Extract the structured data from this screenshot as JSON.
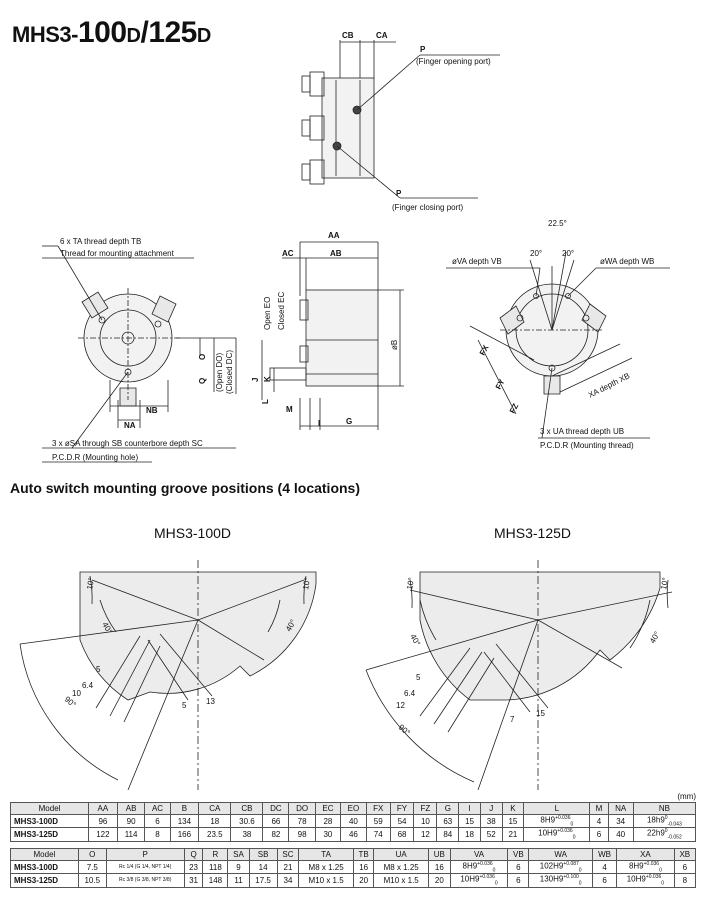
{
  "title": {
    "prefix": "MHS3-",
    "size_a": "100",
    "suffix_a": "D",
    "slash": "/",
    "size_b": "125",
    "suffix_b": "D"
  },
  "section_title": "Auto switch mounting groove positions (4 locations)",
  "units": "(mm)",
  "labels": {
    "p_top": "P",
    "p_top_desc": "(Finger opening port)",
    "p_bot": "P",
    "p_bot_desc": "(Finger closing port)",
    "cb": "CB",
    "ca": "CA",
    "ta_line": "6 x TA thread depth TB",
    "ta_desc": "Thread for mounting attachment",
    "sa_line": "3 x øSA through  SB counterbore depth SC",
    "pcd_r_hole": "P.C.D.R (Mounting hole)",
    "aa": "AA",
    "ac": "AC",
    "ab": "AB",
    "open_eo": "Open EO",
    "closed_ec": "Closed EC",
    "open_do": "(Open DO)",
    "closed_dc": "(Closed DC)",
    "o": "O",
    "q": "Q",
    "j": "J",
    "k": "K",
    "l": "L",
    "m": "M",
    "i": "I",
    "g": "G",
    "b": "øB",
    "nb": "NB",
    "na": "NA",
    "angle_225": "22.5°",
    "angle_20a": "20°",
    "angle_20b": "20°",
    "va": "øVA depth VB",
    "wa": "øWA depth WB",
    "fx": "FX",
    "fy": "FY",
    "fz": "FZ",
    "xa": "XA depth XB",
    "ua_line": "3 x UA thread depth UB",
    "pcd_r_thread": "P.C.D.R (Mounting thread)",
    "mhs3_100d": "MHS3-100D",
    "mhs3_125d": "MHS3-125D",
    "a10": "10°",
    "a40": "40°",
    "a90": "90°",
    "d5": "5",
    "d64": "6.4",
    "d10": "10",
    "d13": "13",
    "d7": "7",
    "d12": "12",
    "d15": "15"
  },
  "table1": {
    "headers": [
      "Model",
      "AA",
      "AB",
      "AC",
      "B",
      "CA",
      "CB",
      "DC",
      "DO",
      "EC",
      "EO",
      "FX",
      "FY",
      "FZ",
      "G",
      "I",
      "J",
      "K",
      "L",
      "M",
      "NA",
      "NB"
    ],
    "rows": [
      {
        "model": "MHS3-100D",
        "cells": [
          "96",
          "90",
          "6",
          "134",
          "18",
          "30.6",
          "66",
          "78",
          "28",
          "40",
          "59",
          "54",
          "10",
          "63",
          "15",
          "38",
          "15"
        ],
        "l_main": "8H9",
        "l_sup": "+0.036",
        "l_sub": "0",
        "m": "4",
        "na": "34",
        "nb_main": "18h9",
        "nb_sup": "0",
        "nb_sub": "-0.043"
      },
      {
        "model": "MHS3-125D",
        "cells": [
          "122",
          "114",
          "8",
          "166",
          "23.5",
          "38",
          "82",
          "98",
          "30",
          "46",
          "74",
          "68",
          "12",
          "84",
          "18",
          "52",
          "21"
        ],
        "l_main": "10H9",
        "l_sup": "+0.036",
        "l_sub": "0",
        "m": "6",
        "na": "40",
        "nb_main": "22h9",
        "nb_sup": "0",
        "nb_sub": "-0.052"
      }
    ]
  },
  "table2": {
    "headers": [
      "Model",
      "O",
      "P",
      "Q",
      "R",
      "SA",
      "SB",
      "SC",
      "TA",
      "TB",
      "UA",
      "UB",
      "VA",
      "VB",
      "WA",
      "WB",
      "XA",
      "XB"
    ],
    "rows": [
      {
        "model": "MHS3-100D",
        "o": "7.5",
        "p": "Rc 1/4 (G 1/4, NPT 1/4)",
        "q": "23",
        "r": "118",
        "sa": "9",
        "sb": "14",
        "sc": "21",
        "ta": "M8 x 1.25",
        "tb": "16",
        "ua": "M8 x 1.25",
        "ub": "16",
        "va_main": "8H9",
        "va_sup": "+0.036",
        "va_sub": "0",
        "vb": "6",
        "wa_main": "102H9",
        "wa_sup": "+0.087",
        "wa_sub": "0",
        "wb": "4",
        "xa_main": "8H9",
        "xa_sup": "+0.036",
        "xa_sub": "0",
        "xb": "6"
      },
      {
        "model": "MHS3-125D",
        "o": "10.5",
        "p": "Rc 3/8 (G 3/8, NPT 3/8)",
        "q": "31",
        "r": "148",
        "sa": "11",
        "sb": "17.5",
        "sc": "34",
        "ta": "M10 x 1.5",
        "tb": "20",
        "ua": "M10 x 1.5",
        "ub": "20",
        "va_main": "10H9",
        "va_sup": "+0.036",
        "va_sub": "0",
        "vb": "6",
        "wa_main": "130H9",
        "wa_sup": "+0.100",
        "wa_sub": "0",
        "wb": "6",
        "xa_main": "10H9",
        "xa_sup": "+0.036",
        "xa_sub": "0",
        "xb": "8"
      }
    ]
  }
}
